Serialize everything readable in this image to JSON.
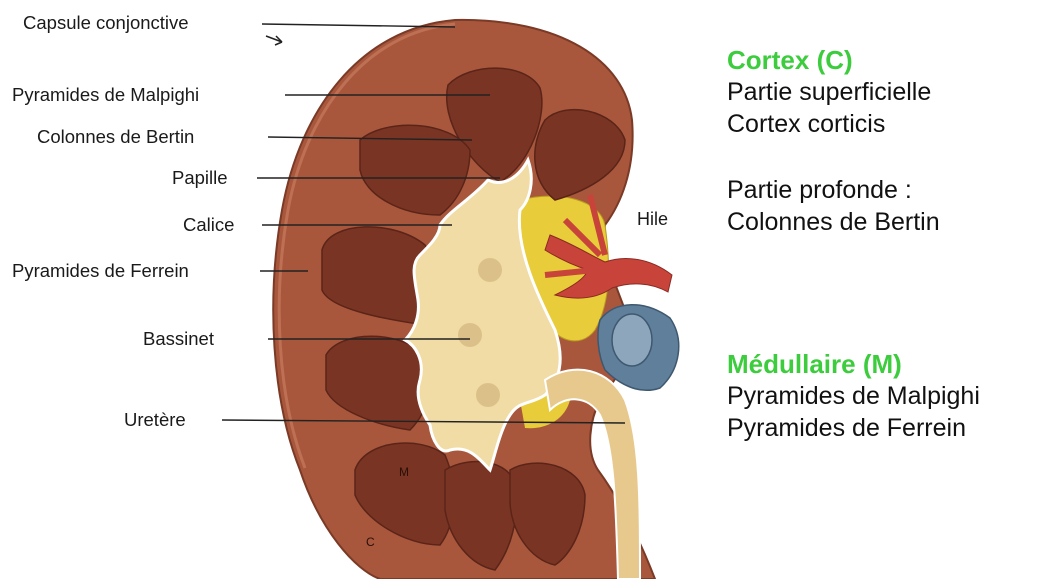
{
  "labels": {
    "capsule": "Capsule conjonctive",
    "pyr_malpighi": "Pyramides de Malpighi",
    "col_bertin": "Colonnes de Bertin",
    "papille": "Papille",
    "calice": "Calice",
    "pyr_ferrein": "Pyramides de Ferrein",
    "bassinet": "Bassinet",
    "uretere": "Uretère",
    "hile": "Hile",
    "m_mark": "M",
    "c_mark": "C"
  },
  "legend": {
    "cortex_title": "Cortex (C)",
    "cortex_line1": "Partie superficielle",
    "cortex_line2": "Cortex corticis",
    "cortex_line3": "Partie profonde :",
    "cortex_line4": "Colonnes de Bertin",
    "medulla_title": "Médullaire (M)",
    "medulla_line1": "Pyramides de Malpighi",
    "medulla_line2": "Pyramides de Ferrein"
  },
  "colors": {
    "accent_green": "#3dcc3d",
    "cortex": "#a8573c",
    "pyramid": "#7a3424",
    "pelvis": "#f0dca4",
    "fat": "#e8cc3a",
    "artery": "#c8443a",
    "vein": "#5f7f9a"
  }
}
